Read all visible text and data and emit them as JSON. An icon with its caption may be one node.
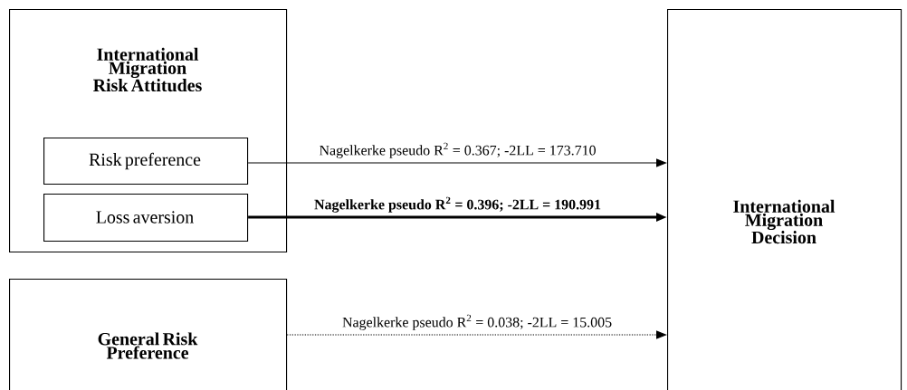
{
  "diagram": {
    "nodes": [
      {
        "text": [
          "International Migration Risk Attitudes"
        ]
      },
      {
        "text": [
          "Risk preference"
        ],
        "in": 0
      },
      {
        "text": [
          "Loss aversion"
        ],
        "in": 0
      },
      {
        "text": [
          "General Risk Preference"
        ]
      },
      {
        "text": [
          "International Migration Decision"
        ]
      }
    ],
    "edges": [
      {
        "from": 1,
        "to": 4,
        "arrow": "to",
        "label": "Nagelkerke pseudo R$^{2}$ = 0.367; -2LL = 173.710"
      },
      {
        "from": 2,
        "to": 4,
        "arrow": "to",
        "style": "thick",
        "label": "Nagelkerke pseudo R$^{2}$ = 0.396; -2LL = 190.991"
      },
      {
        "from": 3,
        "to": 4,
        "arrow": "to",
        "style": "dashed",
        "label": "Nagelkerke pseudo R$^{2}$ = 0.038; -2LL = 15.005"
      }
    ]
  }
}
